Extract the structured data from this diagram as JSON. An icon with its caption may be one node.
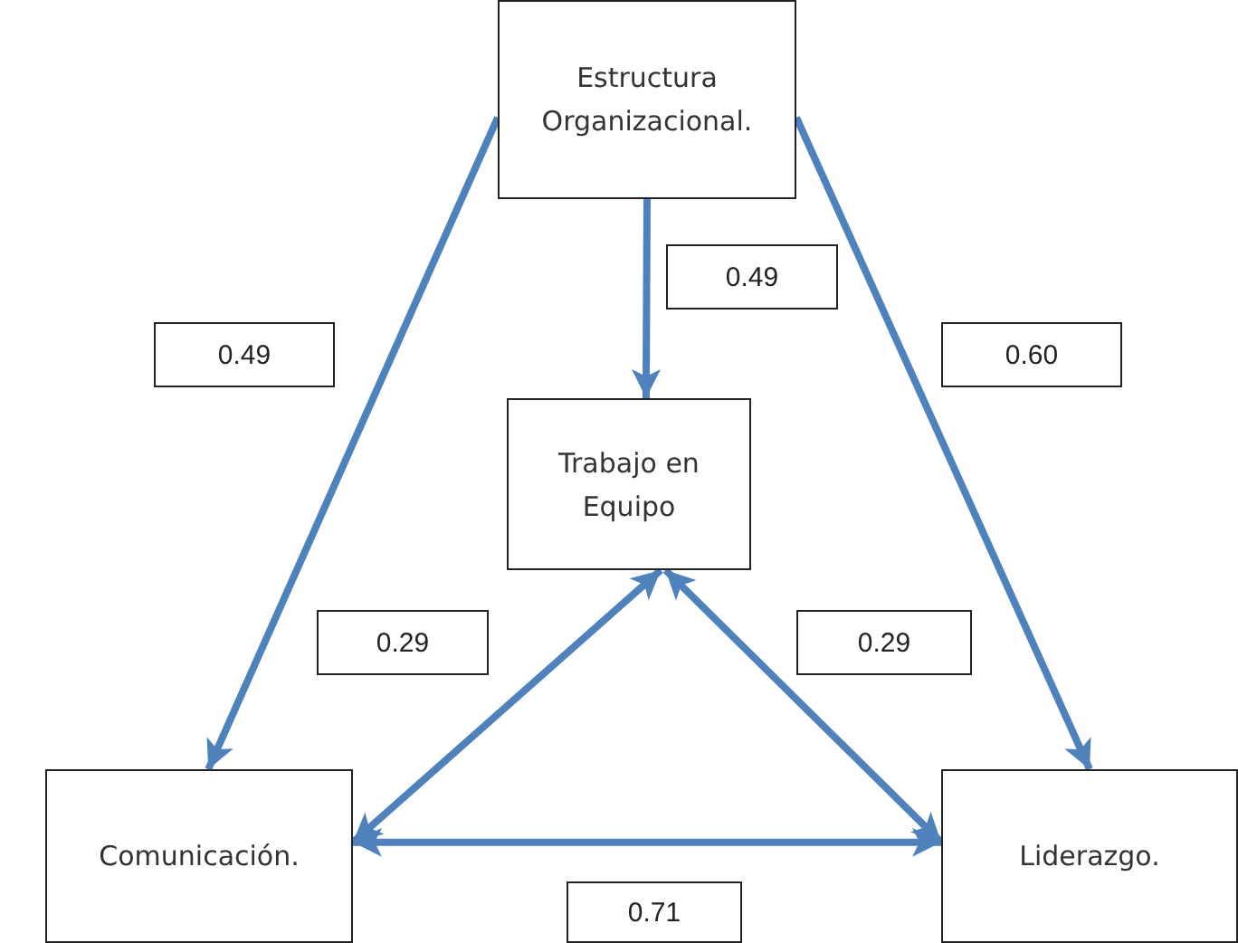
{
  "diagram": {
    "nodes": [
      {
        "text": [
          "Estructura Organizacional."
        ]
      },
      {
        "text": [
          "Trabajo en Equipo"
        ]
      },
      {
        "text": [
          "Comunicación."
        ]
      },
      {
        "text": [
          "Liderazgo."
        ]
      }
    ],
    "edges": [
      {
        "from": 0,
        "to": 2,
        "arrow": "to",
        "label": "0.49"
      },
      {
        "from": 0,
        "to": 1,
        "arrow": "to",
        "label": "0.49"
      },
      {
        "from": 0,
        "to": 3,
        "arrow": "to",
        "label": "0.60"
      },
      {
        "from": 2,
        "to": 1,
        "arrow": "both",
        "label": "0.29"
      },
      {
        "from": 3,
        "to": 1,
        "arrow": "both",
        "label": "0.29"
      },
      {
        "from": 2,
        "to": 3,
        "arrow": "both",
        "label": "0.71"
      }
    ]
  }
}
